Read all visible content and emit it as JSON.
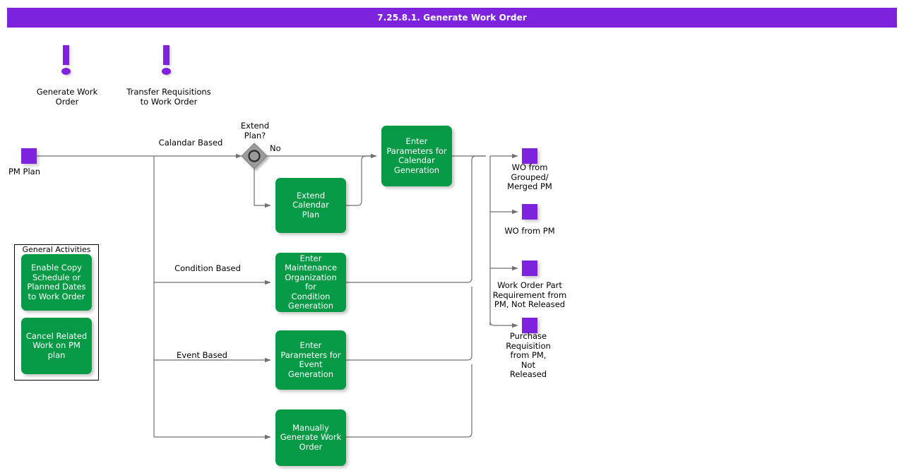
{
  "header": {
    "title": "7.25.8.1. Generate Work Order",
    "bar_color": "#7D22DD",
    "text_color": "#ffffff"
  },
  "colors": {
    "process_green": "#069A46",
    "connector_purple": "#7D22DD",
    "wire_gray": "#707070",
    "diamond_gray": "#9A9A9A",
    "text_black": "#000000"
  },
  "diagram": {
    "type": "flowchart",
    "shortcut_icons": [
      {
        "icon": "exclamation-icon",
        "label": "Generate Work\nOrder"
      },
      {
        "icon": "exclamation-icon",
        "label": "Transfer Requisitions\nto Work Order"
      }
    ],
    "start_connector": {
      "label": "PM Plan"
    },
    "decision": {
      "label": "Extend\nPlan?",
      "branch_no": "No"
    },
    "branch_labels": {
      "calendar": "Calandar Based",
      "condition": "Condition Based",
      "event": "Event Based"
    },
    "process_boxes": [
      {
        "id": "extend-calendar-plan",
        "label": "Extend Calendar\nPlan"
      },
      {
        "id": "enter-parameters-calendar-generation",
        "label": "Enter\nParameters for\nCalendar\nGeneration"
      },
      {
        "id": "enter-maintenance-organization-condition-generation",
        "label": "Enter\nMaintenance\nOrganization for\nCondition\nGeneration"
      },
      {
        "id": "enter-parameters-event-generation",
        "label": "Enter\nParameters for\nEvent\nGeneration"
      },
      {
        "id": "manually-generate-work-order",
        "label": "Manually\nGenerate Work\nOrder"
      }
    ],
    "output_connectors": [
      {
        "id": "wo-from-grouped-merged-pm",
        "label": "WO from\nGrouped/\nMerged PM"
      },
      {
        "id": "wo-from-pm",
        "label": "WO from PM"
      },
      {
        "id": "work-order-part-requirement",
        "label": "Work Order Part\nRequirement from\nPM, Not Released"
      },
      {
        "id": "purchase-requisition-from-pm",
        "label": "Purchase\nRequisition\nfrom PM,\nNot\nReleased"
      }
    ],
    "general_activities": {
      "title": "General Activities",
      "items": [
        {
          "id": "enable-copy-schedule",
          "label": "Enable Copy\nSchedule or\nPlanned Dates\nto Work Order"
        },
        {
          "id": "cancel-related-work",
          "label": "Cancel Related\nWork on PM plan"
        }
      ]
    }
  }
}
